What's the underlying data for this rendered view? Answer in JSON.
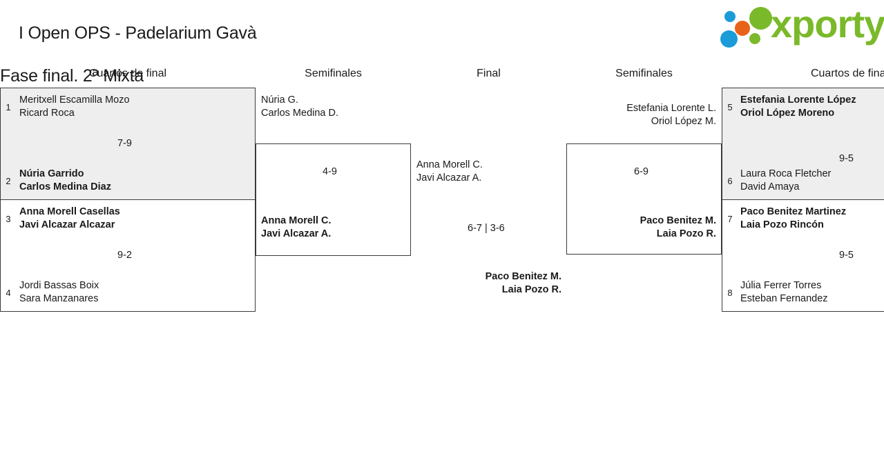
{
  "header": {
    "title_line1": "I Open OPS - Padelarium Gavà",
    "title_line2": "Fase final. 2ª Mixta",
    "logo_word": "xporty",
    "logo_colors": {
      "green": "#7ab929",
      "blue": "#1b9bd8",
      "orange": "#e8631a"
    }
  },
  "rounds": {
    "qf_left": "Cuartos de final",
    "sf_left": "Semifinales",
    "final": "Final",
    "sf_right": "Semifinales",
    "qf_right": "Cuartos de final"
  },
  "bracket": {
    "qf1": {
      "top": {
        "seed": "1",
        "p1": "Meritxell Escamilla Mozo",
        "p2": "Ricard Roca",
        "winner": false
      },
      "bottom": {
        "seed": "2",
        "p1": "Núria Garrido",
        "p2": "Carlos Medina Diaz",
        "winner": true
      },
      "score": "7-9",
      "highlighted": true
    },
    "qf2": {
      "top": {
        "seed": "3",
        "p1": "Anna Morell Casellas",
        "p2": "Javi Alcazar Alcazar",
        "winner": true
      },
      "bottom": {
        "seed": "4",
        "p1": "Jordi Bassas Boix",
        "p2": "Sara Manzanares",
        "winner": false
      },
      "score": "9-2",
      "highlighted": false
    },
    "qf3": {
      "top": {
        "seed": "5",
        "p1": "Estefania Lorente López",
        "p2": "Oriol López Moreno",
        "winner": true
      },
      "bottom": {
        "seed": "6",
        "p1": "Laura Roca Fletcher",
        "p2": "David Amaya",
        "winner": false
      },
      "score": "9-5",
      "highlighted": true
    },
    "qf4": {
      "top": {
        "seed": "7",
        "p1": "Paco Benitez Martinez",
        "p2": "Laia Pozo Rincón",
        "winner": true
      },
      "bottom": {
        "seed": "8",
        "p1": "Júlia Ferrer Torres",
        "p2": "Esteban Fernandez",
        "winner": false
      },
      "score": "9-5",
      "highlighted": false
    },
    "sf1": {
      "top": {
        "p1": "Núria G.",
        "p2": "Carlos Medina D.",
        "winner": false
      },
      "bottom": {
        "p1": "Anna Morell C.",
        "p2": "Javi Alcazar A.",
        "winner": true
      },
      "score": "4-9"
    },
    "sf2": {
      "top": {
        "p1": "Estefania Lorente L.",
        "p2": "Oriol López M.",
        "winner": false
      },
      "bottom": {
        "p1": "Paco Benitez M.",
        "p2": "Laia Pozo R.",
        "winner": true
      },
      "score": "6-9"
    },
    "final": {
      "top": {
        "p1": "Anna Morell C.",
        "p2": "Javi Alcazar A.",
        "winner": false
      },
      "bottom": {
        "p1": "Paco Benitez M.",
        "p2": "Laia Pozo R.",
        "winner": true
      },
      "score": "6-7 | 3-6"
    }
  }
}
